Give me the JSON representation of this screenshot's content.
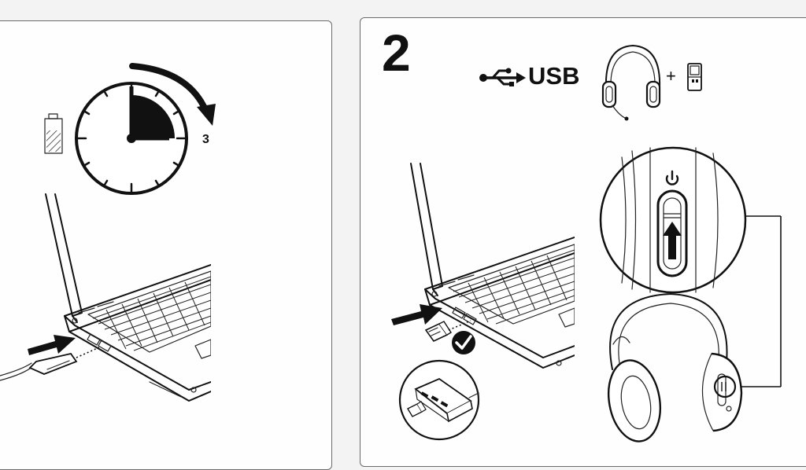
{
  "step_two": {
    "number": "2"
  },
  "usb": {
    "label": "USB",
    "icon": "usb-icon"
  },
  "plus": "+",
  "clock": {
    "number": "3",
    "icon": "clock-icon"
  },
  "icons": [
    "battery-charging-icon",
    "usb-icon",
    "headset-icon",
    "usb-receiver-icon",
    "power-icon",
    "arrow-up-icon",
    "checkmark-icon",
    "laptop-icon",
    "usb-hub-icon"
  ],
  "colors": {
    "ink": "#111111",
    "paper": "#fefefe",
    "background": "#f3f3f3"
  }
}
